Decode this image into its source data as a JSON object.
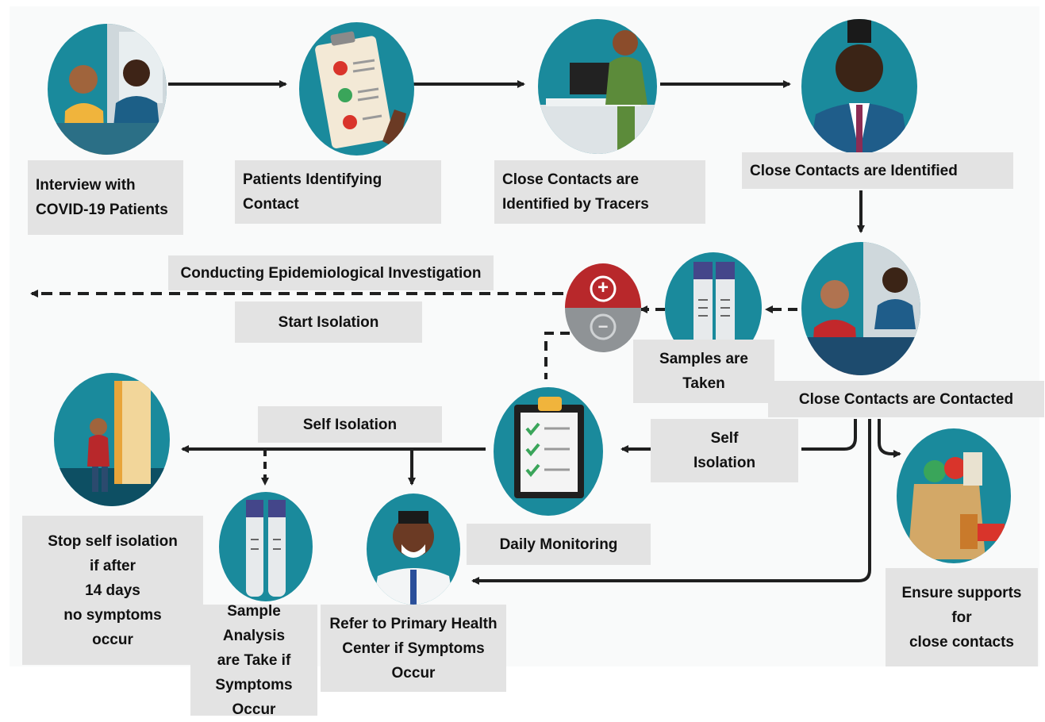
{
  "steps": {
    "interview": "Interview with\nCOVID-19 Patients",
    "patients_identifying": "Patients Identifying\nContact",
    "tracers": "Close Contacts are\nIdentified by Tracers",
    "identified": "Close Contacts are Identified",
    "contacted": "Close Contacts are Contacted",
    "samples_taken": "Samples are\nTaken",
    "epidemiological": "Conducting Epidemiological Investigation",
    "start_isolation": "Start Isolation",
    "self_isolation_right": "Self\nIsolation",
    "daily_monitoring": "Daily Monitoring",
    "self_isolation_left": "Self Isolation",
    "ensure_supports": "Ensure supports\nfor\nclose contacts",
    "stop_isolation": "Stop self isolation\nif after\n14 days\nno symptoms\noccur",
    "sample_analysis": "Sample Analysis\nare Take if\nSymptoms\nOccur",
    "refer_phc": "Refer to Primary Health\nCenter if Symptoms\nOccur"
  },
  "test_result_icon": {
    "positive": "+",
    "negative": "−"
  },
  "colors": {
    "teal": "#1a8a9c",
    "label_bg": "#e3e3e3",
    "arrow": "#1f1f1f",
    "positive_red": "#b8282b"
  }
}
